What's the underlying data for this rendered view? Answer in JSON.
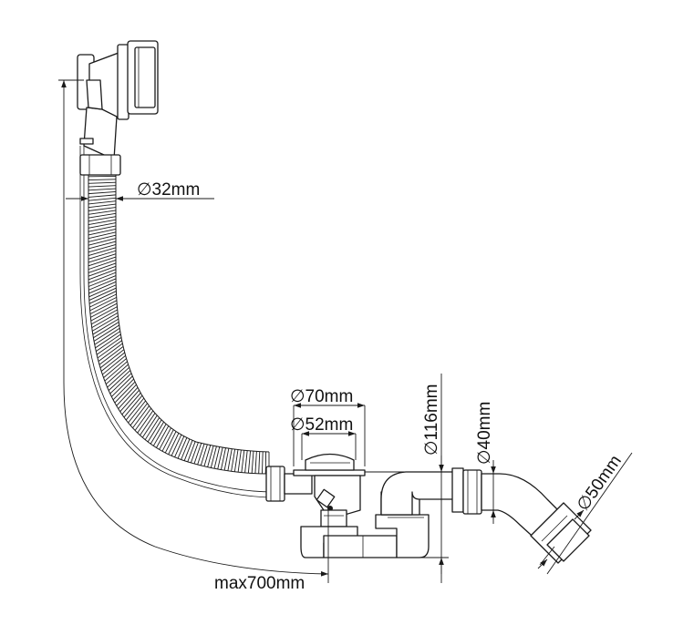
{
  "diagram": {
    "labels": {
      "hose_diameter": "∅32mm",
      "overflow_outer_diameter": "∅70mm",
      "overflow_inner_diameter": "∅52mm",
      "trap_height": "∅116mm",
      "outlet_diameter": "∅40mm",
      "adapter_diameter": "∅50mm",
      "max_length": "max700mm"
    }
  }
}
